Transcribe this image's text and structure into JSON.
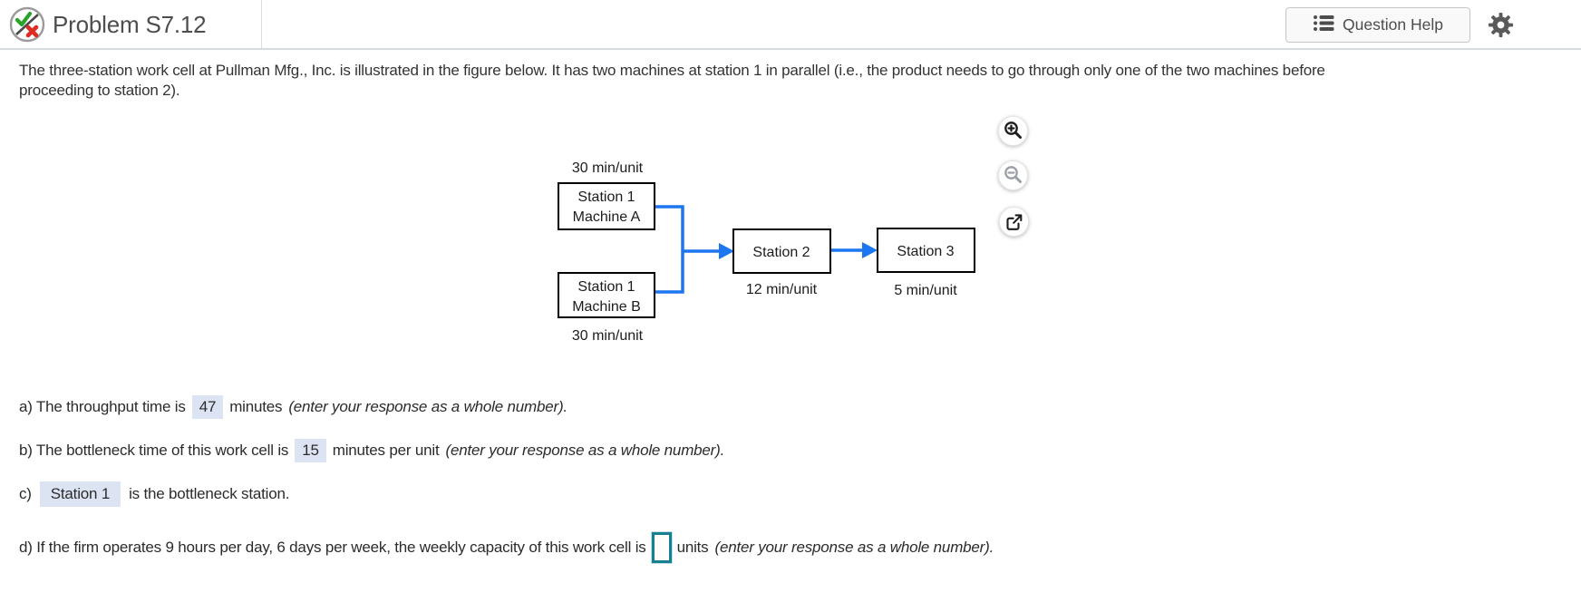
{
  "header": {
    "title": "Problem S7.12",
    "question_help_label": "Question Help",
    "icons": {
      "logo": "check-x-grading-icon",
      "question_help": "list-menu-icon",
      "settings": "gear-icon"
    }
  },
  "problem": {
    "statement": "The three-station work cell at Pullman Mfg., Inc. is illustrated in the figure below. It has two machines at station 1 in parallel (i.e., the product needs to go through only one of the two machines before proceeding to station 2)."
  },
  "figure": {
    "machine_a": {
      "line1": "Station 1",
      "line2": "Machine A",
      "rate": "30 min/unit"
    },
    "machine_b": {
      "line1": "Station 1",
      "line2": "Machine B",
      "rate": "30 min/unit"
    },
    "station2": {
      "label": "Station 2",
      "rate": "12 min/unit"
    },
    "station3": {
      "label": "Station 3",
      "rate": "5 min/unit"
    },
    "controls": [
      "zoom-in-icon",
      "zoom-out-icon",
      "open-in-new-window-icon"
    ]
  },
  "answers": {
    "a": {
      "prefix": "a) The throughput time is",
      "value": "47",
      "middle": "minutes",
      "note": "(enter your response as a whole number)."
    },
    "b": {
      "prefix": "b) The bottleneck time of this work cell is",
      "value": "15",
      "middle": "minutes per unit",
      "note": "(enter your response as a whole number)."
    },
    "c": {
      "prefix": "c)",
      "value": "Station 1",
      "suffix": "is the bottleneck station."
    },
    "d": {
      "prefix": "d) If the firm operates 9 hours per day, 6 days per week, the weekly capacity of this work cell is",
      "input_value": "",
      "middle": "units",
      "note": "(enter your response as a whole number)."
    }
  },
  "colors": {
    "arrow_blue": "#1b76f0",
    "answer_highlight": "#dce4f3",
    "input_border_teal": "#15808f",
    "header_border": "#d2dbe4"
  }
}
